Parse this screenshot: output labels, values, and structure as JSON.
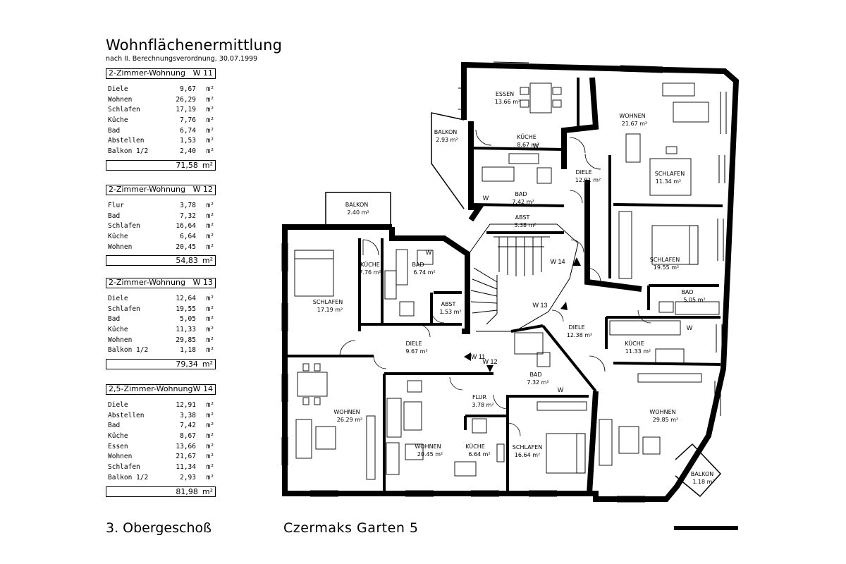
{
  "header": {
    "title": "Wohnflächenermittlung",
    "subtitle": "nach II. Berechnungsverordnung, 30.07.1999"
  },
  "units": [
    {
      "type": "2-Zimmer-Wohnung",
      "code": "W 11",
      "rows": [
        {
          "name": "Diele",
          "value": "9,67",
          "unit": "m²"
        },
        {
          "name": "Wohnen",
          "value": "26,29",
          "unit": "m²"
        },
        {
          "name": "Schlafen",
          "value": "17,19",
          "unit": "m²"
        },
        {
          "name": "Küche",
          "value": "7,76",
          "unit": "m²"
        },
        {
          "name": "Bad",
          "value": "6,74",
          "unit": "m²"
        },
        {
          "name": "Abstellen",
          "value": "1,53",
          "unit": "m²"
        },
        {
          "name": "Balkon 1/2",
          "value": "2,40",
          "unit": "m²"
        }
      ],
      "total": "71,58",
      "total_unit": "m²"
    },
    {
      "type": "2-Zimmer-Wohnung",
      "code": "W 12",
      "rows": [
        {
          "name": "Flur",
          "value": "3,78",
          "unit": "m²"
        },
        {
          "name": "Bad",
          "value": "7,32",
          "unit": "m²"
        },
        {
          "name": "Schlafen",
          "value": "16,64",
          "unit": "m²"
        },
        {
          "name": "Küche",
          "value": "6,64",
          "unit": "m²"
        },
        {
          "name": "Wohnen",
          "value": "20,45",
          "unit": "m²"
        }
      ],
      "total": "54,83",
      "total_unit": "m²"
    },
    {
      "type": "2-Zimmer-Wohnung",
      "code": "W 13",
      "rows": [
        {
          "name": "Diele",
          "value": "12,64",
          "unit": "m²"
        },
        {
          "name": "Schlafen",
          "value": "19,55",
          "unit": "m²"
        },
        {
          "name": "Bad",
          "value": "5,05",
          "unit": "m²"
        },
        {
          "name": "Küche",
          "value": "11,33",
          "unit": "m²"
        },
        {
          "name": "Wohnen",
          "value": "29,85",
          "unit": "m²"
        },
        {
          "name": "Balkon 1/2",
          "value": "1,18",
          "unit": "m²"
        }
      ],
      "total": "79,34",
      "total_unit": "m²"
    },
    {
      "type": "2,5-Zimmer-Wohnung",
      "code": "W 14",
      "rows": [
        {
          "name": "Diele",
          "value": "12,91",
          "unit": "m²"
        },
        {
          "name": "Abstellen",
          "value": "3,38",
          "unit": "m²"
        },
        {
          "name": "Bad",
          "value": "7,42",
          "unit": "m²"
        },
        {
          "name": "Küche",
          "value": "8,67",
          "unit": "m²"
        },
        {
          "name": "Essen",
          "value": "13,66",
          "unit": "m²"
        },
        {
          "name": "Wohnen",
          "value": "21,67",
          "unit": "m²"
        },
        {
          "name": "Schlafen",
          "value": "11,34",
          "unit": "m²"
        },
        {
          "name": "Balkon 1/2",
          "value": "2,93",
          "unit": "m²"
        }
      ],
      "total": "81,98",
      "total_unit": "m²"
    }
  ],
  "footer": {
    "floor": "3. Obergeschoß",
    "address": "Czermaks Garten 5"
  },
  "plan": {
    "rooms": [
      {
        "name": "ESSEN",
        "area": "13.66 m²"
      },
      {
        "name": "WOHNEN",
        "area": "21.67 m²"
      },
      {
        "name": "BALKON",
        "area": "2.93 m²"
      },
      {
        "name": "KÜCHE",
        "area": "8.67 m²"
      },
      {
        "name": "DIELE",
        "area": "12.91 m²"
      },
      {
        "name": "SCHLAFEN",
        "area": "11.34 m²"
      },
      {
        "name": "BAD",
        "area": "7.42 m²"
      },
      {
        "name": "ABST",
        "area": "3.38 m²"
      },
      {
        "name": "BALKON",
        "area": "2.40 m²"
      },
      {
        "name": "SCHLAFEN",
        "area": "19.55 m²"
      },
      {
        "name": "KÜCHE",
        "area": "7.76 m²"
      },
      {
        "name": "BAD",
        "area": "6.74 m²"
      },
      {
        "name": "SCHLAFEN",
        "area": "17.19 m²"
      },
      {
        "name": "ABST",
        "area": "1.53 m²"
      },
      {
        "name": "BAD",
        "area": "5.05 m²"
      },
      {
        "name": "DIELE",
        "area": "12.38 m²"
      },
      {
        "name": "KÜCHE",
        "area": "11.33 m²"
      },
      {
        "name": "DIELE",
        "area": "9.67 m²"
      },
      {
        "name": "BAD",
        "area": "7.32 m²"
      },
      {
        "name": "FLUR",
        "area": "3.78 m²"
      },
      {
        "name": "WOHNEN",
        "area": "26.29 m²"
      },
      {
        "name": "WOHNEN",
        "area": "20.45 m²"
      },
      {
        "name": "KÜCHE",
        "area": "6.64 m²"
      },
      {
        "name": "SCHLAFEN",
        "area": "16.64 m²"
      },
      {
        "name": "WOHNEN",
        "area": "29.85 m²"
      },
      {
        "name": "BALKON",
        "area": "1.18 m²"
      }
    ],
    "unit_tags": [
      "W 14",
      "W 13",
      "W 11",
      "W 12"
    ],
    "w_marks": [
      "W",
      "W",
      "W",
      "W",
      "W"
    ]
  }
}
